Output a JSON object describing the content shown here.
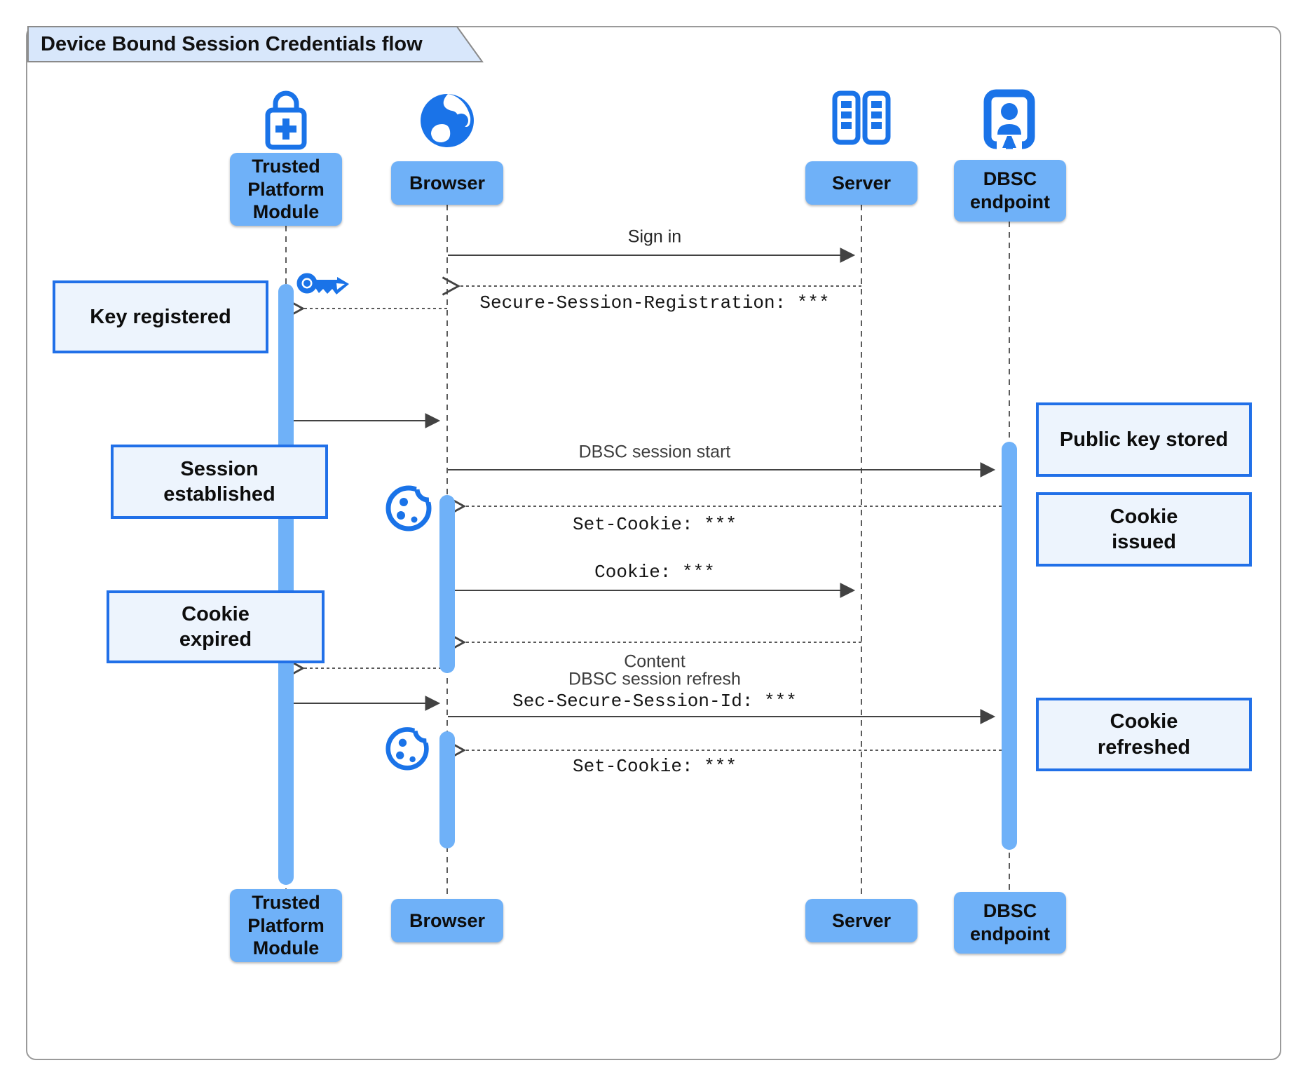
{
  "title": "Device Bound Session Credentials flow",
  "actors": {
    "tpm": {
      "label": "Trusted\nPlatform\nModule",
      "icon": "lock-plus-icon"
    },
    "browser": {
      "label": "Browser",
      "icon": "globe-icon"
    },
    "server": {
      "label": "Server",
      "icon": "server-racks-icon"
    },
    "dbsc": {
      "label": "DBSC\nendpoint",
      "icon": "person-badge-icon"
    }
  },
  "messages": {
    "sign_in": "Sign in",
    "secure_session_registration": "Secure-Session-Registration: ***",
    "dbsc_session_start": "DBSC session start",
    "set_cookie_issue": "Set-Cookie: ***",
    "cookie": "Cookie: ***",
    "content": "Content",
    "dbsc_session_refresh": "DBSC session refresh",
    "sec_secure_session_id": "Sec-Secure-Session-Id: ***",
    "set_cookie_refresh": "Set-Cookie: ***"
  },
  "notes": {
    "key_registered": "Key registered",
    "session_established": "Session\nestablished",
    "cookie_expired": "Cookie\nexpired",
    "public_key_stored": "Public key stored",
    "cookie_issued": "Cookie\nissued",
    "cookie_refreshed": "Cookie\nrefreshed"
  },
  "colors": {
    "icon_blue": "#1a73e8",
    "actor_fill": "#6fb1f8",
    "note_fill": "#edf4fd",
    "note_border": "#2170e8",
    "tab_fill": "#d8e7fb",
    "line": "#424242"
  }
}
